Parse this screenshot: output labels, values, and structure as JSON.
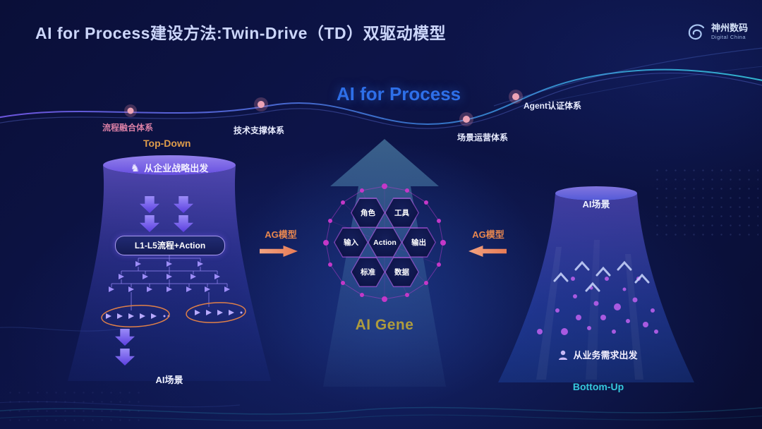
{
  "title": "AI for Process建设方法:Twin-Drive（TD）双驱动模型",
  "logo": {
    "name": "神州数码",
    "subtitle": "Digital China"
  },
  "curve": {
    "nodes": [
      {
        "label": "流程融合体系"
      },
      {
        "label": "技术支撑体系"
      },
      {
        "label": "场景运营体系"
      },
      {
        "label": "Agent认证体系"
      }
    ]
  },
  "center": {
    "heading": "AI for Process",
    "gene": "AI Gene",
    "hexagons": [
      "角色",
      "工具",
      "输入",
      "Action",
      "输出",
      "标准",
      "数据"
    ]
  },
  "left": {
    "direction": "Top-Down",
    "strategy": "从企业战略出发",
    "pill": "L1-L5流程+Action",
    "scene": "AI场景",
    "ag": "AG模型"
  },
  "right": {
    "direction": "Bottom-Up",
    "scene": "AI场景",
    "needs": "从业务需求出发",
    "ag": "AG模型"
  },
  "icons": {
    "strategy_knight": "♞"
  },
  "colors": {
    "background": "#0b1140",
    "heading_blue": "#2e6fe8",
    "gene_gold": "#af9c3d",
    "top_down_orange": "#de9c4b",
    "bottom_up_cyan": "#35c8dc",
    "ag_orange": "#e8874f",
    "fusion_pink": "#d97fa5"
  }
}
